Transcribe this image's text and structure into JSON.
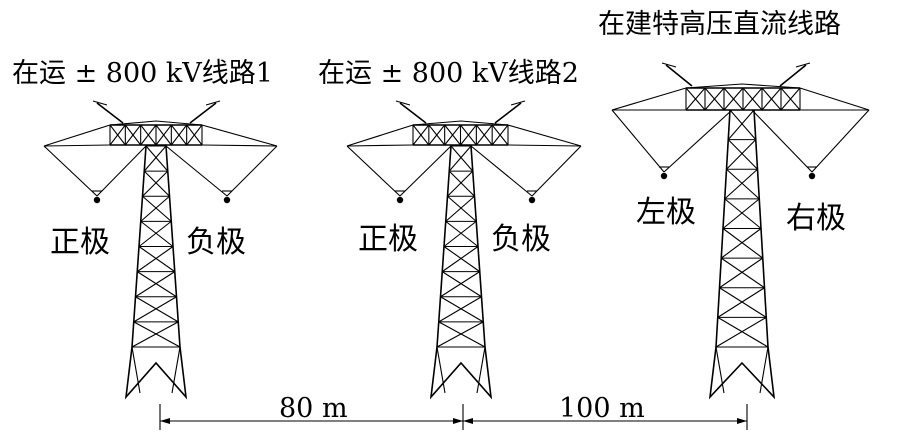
{
  "towers": [
    {
      "id": "tower-1",
      "title": "在运 ± 800 kV线路1",
      "left_pole": "正极",
      "right_pole": "负极"
    },
    {
      "id": "tower-2",
      "title": "在运 ± 800 kV线路2",
      "left_pole": "正极",
      "right_pole": "负极"
    },
    {
      "id": "tower-3",
      "title": "在建特高压直流线路",
      "left_pole": "左极",
      "right_pole": "右极"
    }
  ],
  "dimensions": [
    {
      "id": "span-1-2",
      "label": "80 m"
    },
    {
      "id": "span-2-3",
      "label": "100 m"
    }
  ],
  "colors": {
    "line": "#000000",
    "background": "#ffffff"
  }
}
